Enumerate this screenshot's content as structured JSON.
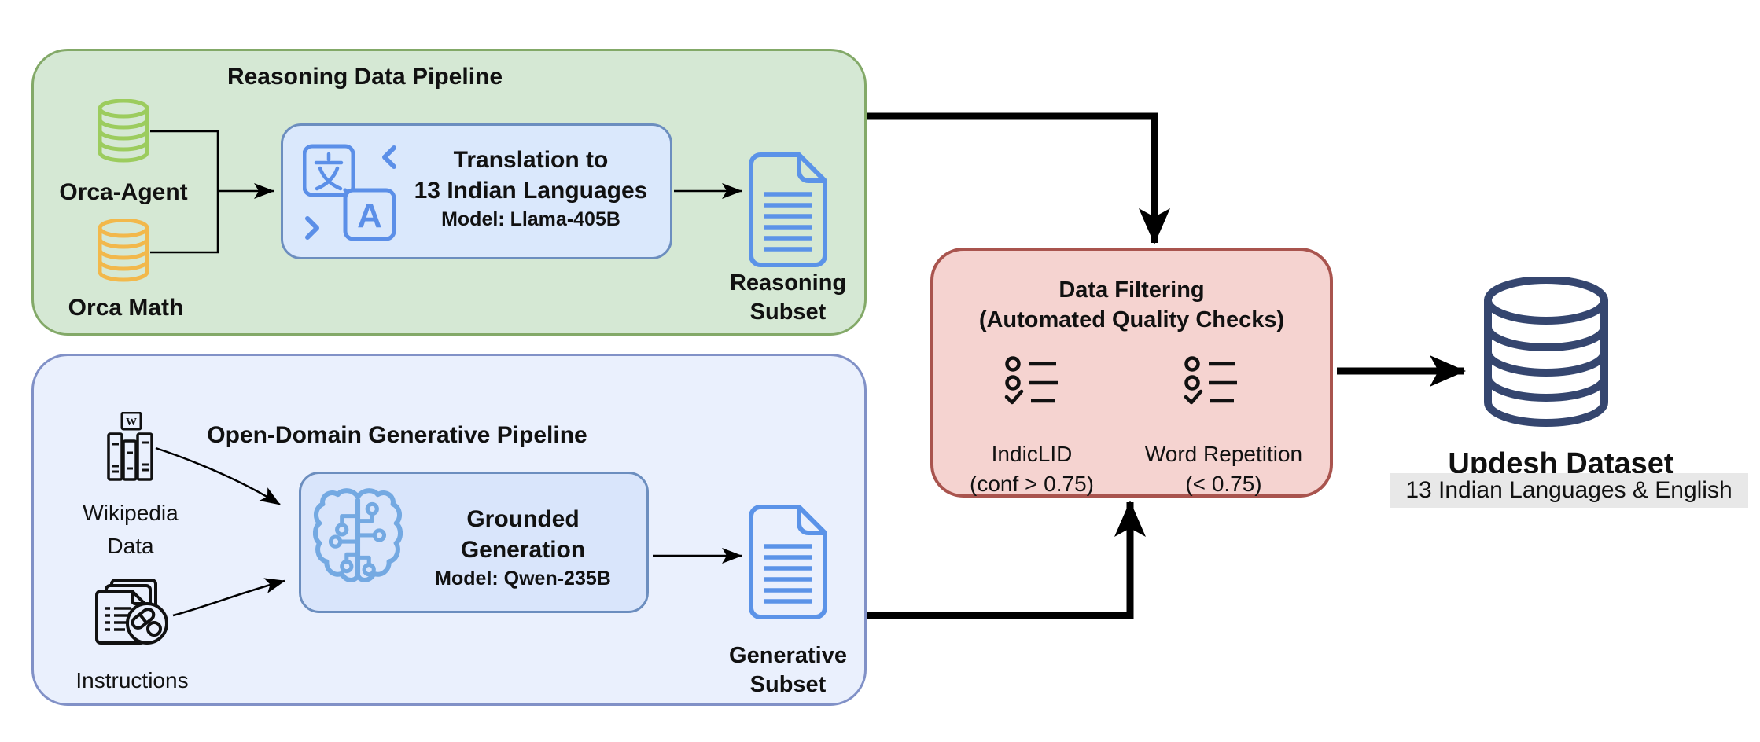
{
  "reasoning_pipeline": {
    "title": "Reasoning Data Pipeline",
    "sources": [
      {
        "label": "Orca-Agent"
      },
      {
        "label": "Orca Math"
      }
    ],
    "process": {
      "title_line1": "Translation to",
      "title_line2": "13 Indian Languages",
      "model": "Model: Llama-405B"
    },
    "output": {
      "line1": "Reasoning",
      "line2": "Subset"
    }
  },
  "generative_pipeline": {
    "title": "Open-Domain Generative Pipeline",
    "sources": [
      {
        "line1": "Wikipedia",
        "line2": "Data"
      },
      {
        "label": "Instructions"
      }
    ],
    "process": {
      "title_line1": "Grounded",
      "title_line2": "Generation",
      "model": "Model: Qwen-235B"
    },
    "output": {
      "line1": "Generative",
      "line2": "Subset"
    }
  },
  "data_filtering": {
    "title_line1": "Data Filtering",
    "title_line2": "(Automated Quality Checks)",
    "checks": [
      {
        "name": "IndicLID",
        "threshold": "(conf > 0.75)"
      },
      {
        "name": "Word Repetition",
        "threshold": "(< 0.75)"
      }
    ]
  },
  "updesh": {
    "title": "Updesh Dataset",
    "subtitle": "13 Indian Languages & English"
  },
  "icons": {
    "orca_agent": "database-cylinder-green",
    "orca_math": "database-cylinder-yellow",
    "translation": "language-translation",
    "reasoning_output": "document-with-lines",
    "wikipedia": "wikipedia-books",
    "instructions": "stacked-documents-with-pills-badge",
    "grounded_generation": "circuit-brain",
    "generative_output": "document-with-lines",
    "filter_checks": "checklist",
    "updesh": "database-cylinder-navy"
  },
  "colors": {
    "green_box_fill": "#d5e8d4",
    "green_box_border": "#83a968",
    "blue_outer_fill": "#eaf0fd",
    "blue_outer_border": "#8191c7",
    "blue_inner_fill": "#d9e5fb",
    "blue_inner_border": "#6c8ebf",
    "red_box_fill": "#f5d3d0",
    "red_box_border": "#a9544e",
    "orca_agent_cylinder": "#9ccc5e",
    "orca_math_cylinder": "#f2b84b",
    "document_icon_blue": "#5b93e8",
    "brain_icon_blue": "#74a9e2",
    "translation_icon_blue": "#5b8fe8",
    "updesh_cylinder_navy": "#35466f",
    "subtitle_highlight": "#e8e8e8",
    "arrow_color": "#000000"
  }
}
